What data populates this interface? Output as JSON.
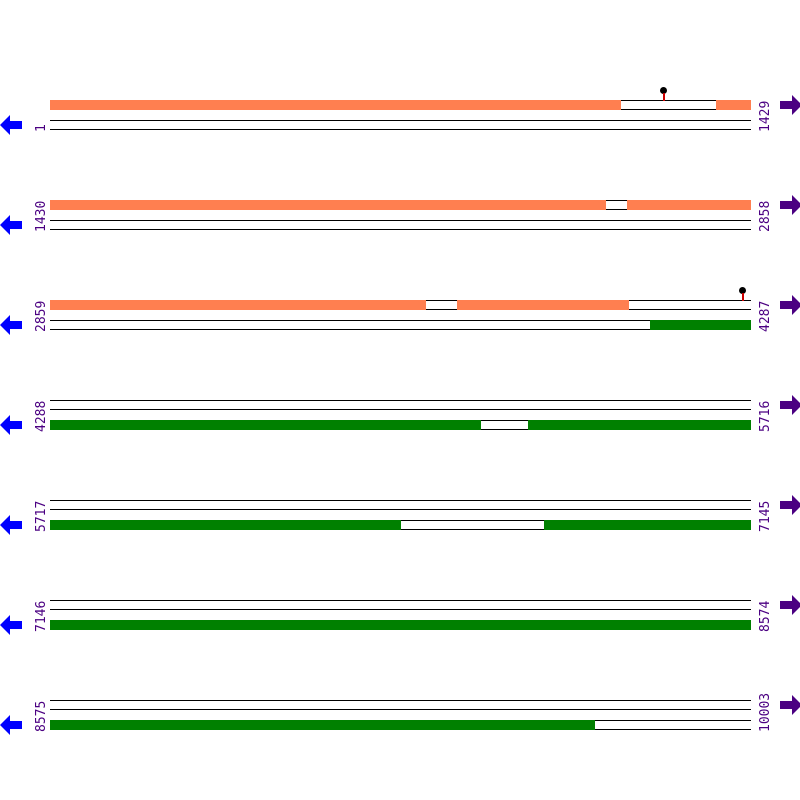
{
  "colors": {
    "forward": "#ff7f50",
    "reverse": "#008000",
    "label": "#4b0082",
    "left_arrow": "#0000ff",
    "right_arrow": "#4b0082",
    "marker_stick": "#cc0000"
  },
  "rows": [
    {
      "start": "1",
      "end": "1429"
    },
    {
      "start": "1430",
      "end": "2858"
    },
    {
      "start": "2859",
      "end": "4287"
    },
    {
      "start": "4288",
      "end": "5716"
    },
    {
      "start": "5717",
      "end": "7145"
    },
    {
      "start": "7146",
      "end": "8574"
    },
    {
      "start": "8575",
      "end": "10003"
    }
  ],
  "icons": {
    "left": "left-arrow-icon",
    "right": "right-arrow-icon",
    "marker": "lollipop-marker-icon"
  }
}
